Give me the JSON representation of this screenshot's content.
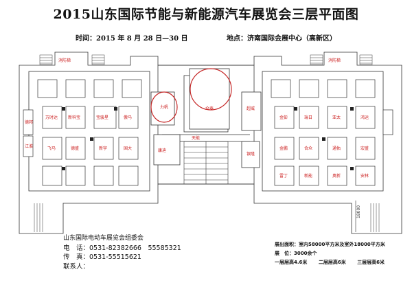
{
  "title": "2015山东国际节能与新能源汽车展览会三层平面图",
  "time_label": "时间：2015 年 8 月 28 日—30 日",
  "place_label": "地点：济南国际会展中心（高新区）",
  "booths": {
    "lifan": "力帆",
    "zotye": "众泰",
    "chaowei": "超威",
    "kandi": "康迪",
    "yinlong": "银隆",
    "tianneng": "天能",
    "left_hall": [
      "万时达",
      "新科宝",
      "宝骏星",
      "傲马",
      "飞马",
      "德盛",
      "新宇",
      "国大"
    ],
    "right_hall": [
      "金彭",
      "瑞日",
      "亚太",
      "鸿运",
      "金鹏",
      "合众",
      "通佑",
      "宏盛",
      "雷丁",
      "新能",
      "奥新",
      "安林"
    ],
    "side_left": [
      "德邦",
      "江淮"
    ],
    "stair": "消防梯",
    "dim_18000": "18000"
  },
  "footer": {
    "organizer": "山东国际电动车展览会组委会",
    "phone_label": "电　话：",
    "phone_value": "0531-82382666　55585321",
    "fax_label": "传　真：",
    "fax_value": "0531-55515621",
    "contact_label": "联系人：",
    "area": "展出面积：室内58000平方米及室外18000平方米",
    "booth_count": "展　位：3000余个",
    "height_1": "一层层高4.6米",
    "height_2": "二层层高6米",
    "height_3": "三层层高6米"
  }
}
